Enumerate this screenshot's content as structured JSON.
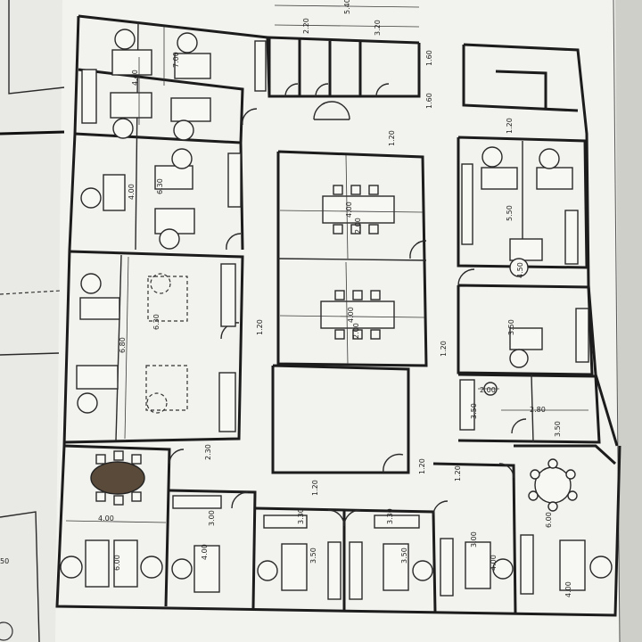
{
  "drawing": {
    "paper_color": "#f2f2ee",
    "line_color": "#1c1c1c",
    "dims": {
      "top_total": "5.40",
      "top_a": "2.20",
      "top_b": "3.20",
      "toilet_a": "1.60",
      "toilet_b": "1.60",
      "nw_7": "7.00",
      "nw_440": "4.40",
      "nw_400": "4.00",
      "nw_630": "6.30",
      "w_680": "6.80",
      "w_630": "6.30",
      "w_230": "2.30",
      "corr_120_a": "1.20",
      "corr_120_b": "1.20",
      "corr_120_c": "1.20",
      "corr_120_d": "1.20",
      "corr_120_e": "1.20",
      "corr_120_f": "1.20",
      "corr_120_g": "1.20",
      "meet1_len": "4.00",
      "meet1_w": "2.00",
      "meet2_len": "4.00",
      "meet2_w": "2.00",
      "e_550": "5.50",
      "e_450": "4.50",
      "e_350a": "3.50",
      "e_200": "2.00",
      "e_280": "2.80",
      "e_350b": "3.50",
      "e_350c": "3.50",
      "s_400a": "4.00",
      "s_600": "6.00",
      "s_300a": "3.00",
      "s_400b": "4.00",
      "s_330a": "3.30",
      "s_350a": "3.50",
      "s_330b": "3.30",
      "s_350b": "3.50",
      "s_300b": "3.00",
      "s_400c": "4.00",
      "se_600": "6.00",
      "se_400": "4.00",
      "edge_50": "50"
    }
  }
}
